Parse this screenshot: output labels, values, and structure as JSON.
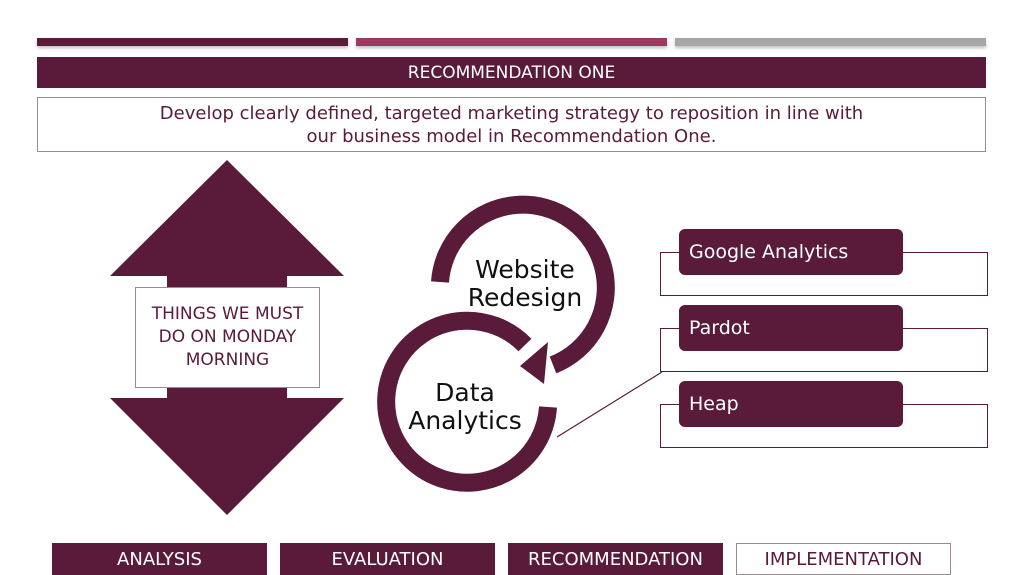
{
  "colors": {
    "primary": "#5a1a3a",
    "accent": "#9b3a63",
    "gray": "#a6a6a6"
  },
  "header": {
    "title": "RECOMMENDATION ONE",
    "subtitle": "Develop clearly defined, targeted marketing strategy to reposition in line with our business model in Recommendation One."
  },
  "arrow_box": {
    "text": "THINGS WE MUST DO ON MONDAY MORNING"
  },
  "cycle": {
    "top_label": "Website Redesign",
    "bottom_label": "Data Analytics"
  },
  "tools": [
    {
      "label": "Google Analytics"
    },
    {
      "label": "Pardot"
    },
    {
      "label": "Heap"
    }
  ],
  "stages": [
    {
      "label": "ANALYSIS",
      "style": "filled"
    },
    {
      "label": "EVALUATION",
      "style": "filled"
    },
    {
      "label": "RECOMMENDATION",
      "style": "filled"
    },
    {
      "label": "IMPLEMENTATION",
      "style": "outline"
    }
  ]
}
